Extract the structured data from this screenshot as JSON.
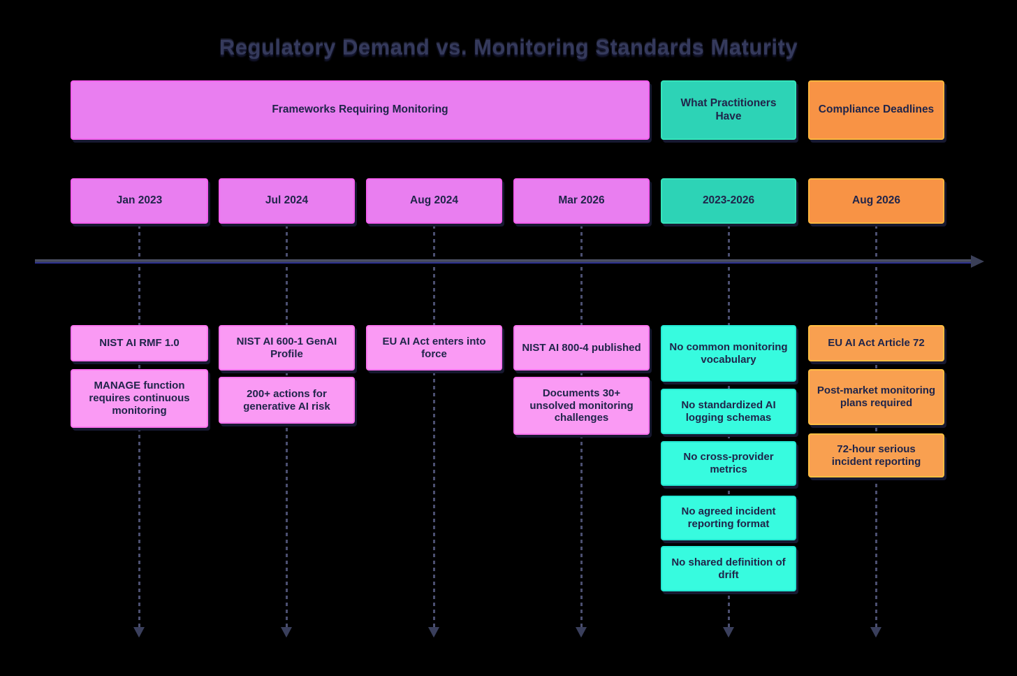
{
  "title": "Regulatory Demand vs. Monitoring Standards Maturity",
  "colors": {
    "background": "#000000",
    "pink": "#e97ef0",
    "pink_light": "#fa9af4",
    "teal": "#2dd3b6",
    "teal_light": "#37fbdf",
    "orange": "#f89345",
    "orange_light": "#f9a050",
    "ink": "#20254a",
    "axis": "#3f4457"
  },
  "headers": [
    {
      "label": "Frameworks Requiring Monitoring",
      "color": "pink"
    },
    {
      "label": "What Practitioners Have",
      "color": "teal"
    },
    {
      "label": "Compliance Deadlines",
      "color": "orange"
    }
  ],
  "timeline": {
    "columns": [
      {
        "date": "Jan 2023",
        "color": "pink",
        "events": [
          "NIST AI RMF 1.0",
          "MANAGE function requires continuous monitoring"
        ]
      },
      {
        "date": "Jul 2024",
        "color": "pink",
        "events": [
          "NIST AI 600-1 GenAI Profile",
          "200+ actions for generative AI risk"
        ]
      },
      {
        "date": "Aug 2024",
        "color": "pink",
        "events": [
          "EU AI Act enters into force"
        ]
      },
      {
        "date": "Mar 2026",
        "color": "pink",
        "events": [
          "NIST AI 800-4 published",
          "Documents 30+ unsolved monitoring challenges"
        ]
      },
      {
        "date": "2023-2026",
        "color": "teal",
        "events": [
          "No common monitoring vocabulary",
          "No standardized AI logging schemas",
          "No cross-provider metrics",
          "No agreed incident reporting format",
          "No shared definition of drift"
        ]
      },
      {
        "date": "Aug 2026",
        "color": "orange",
        "events": [
          "EU AI Act Article 72",
          "Post-market monitoring plans required",
          "72-hour serious incident reporting"
        ]
      }
    ]
  }
}
